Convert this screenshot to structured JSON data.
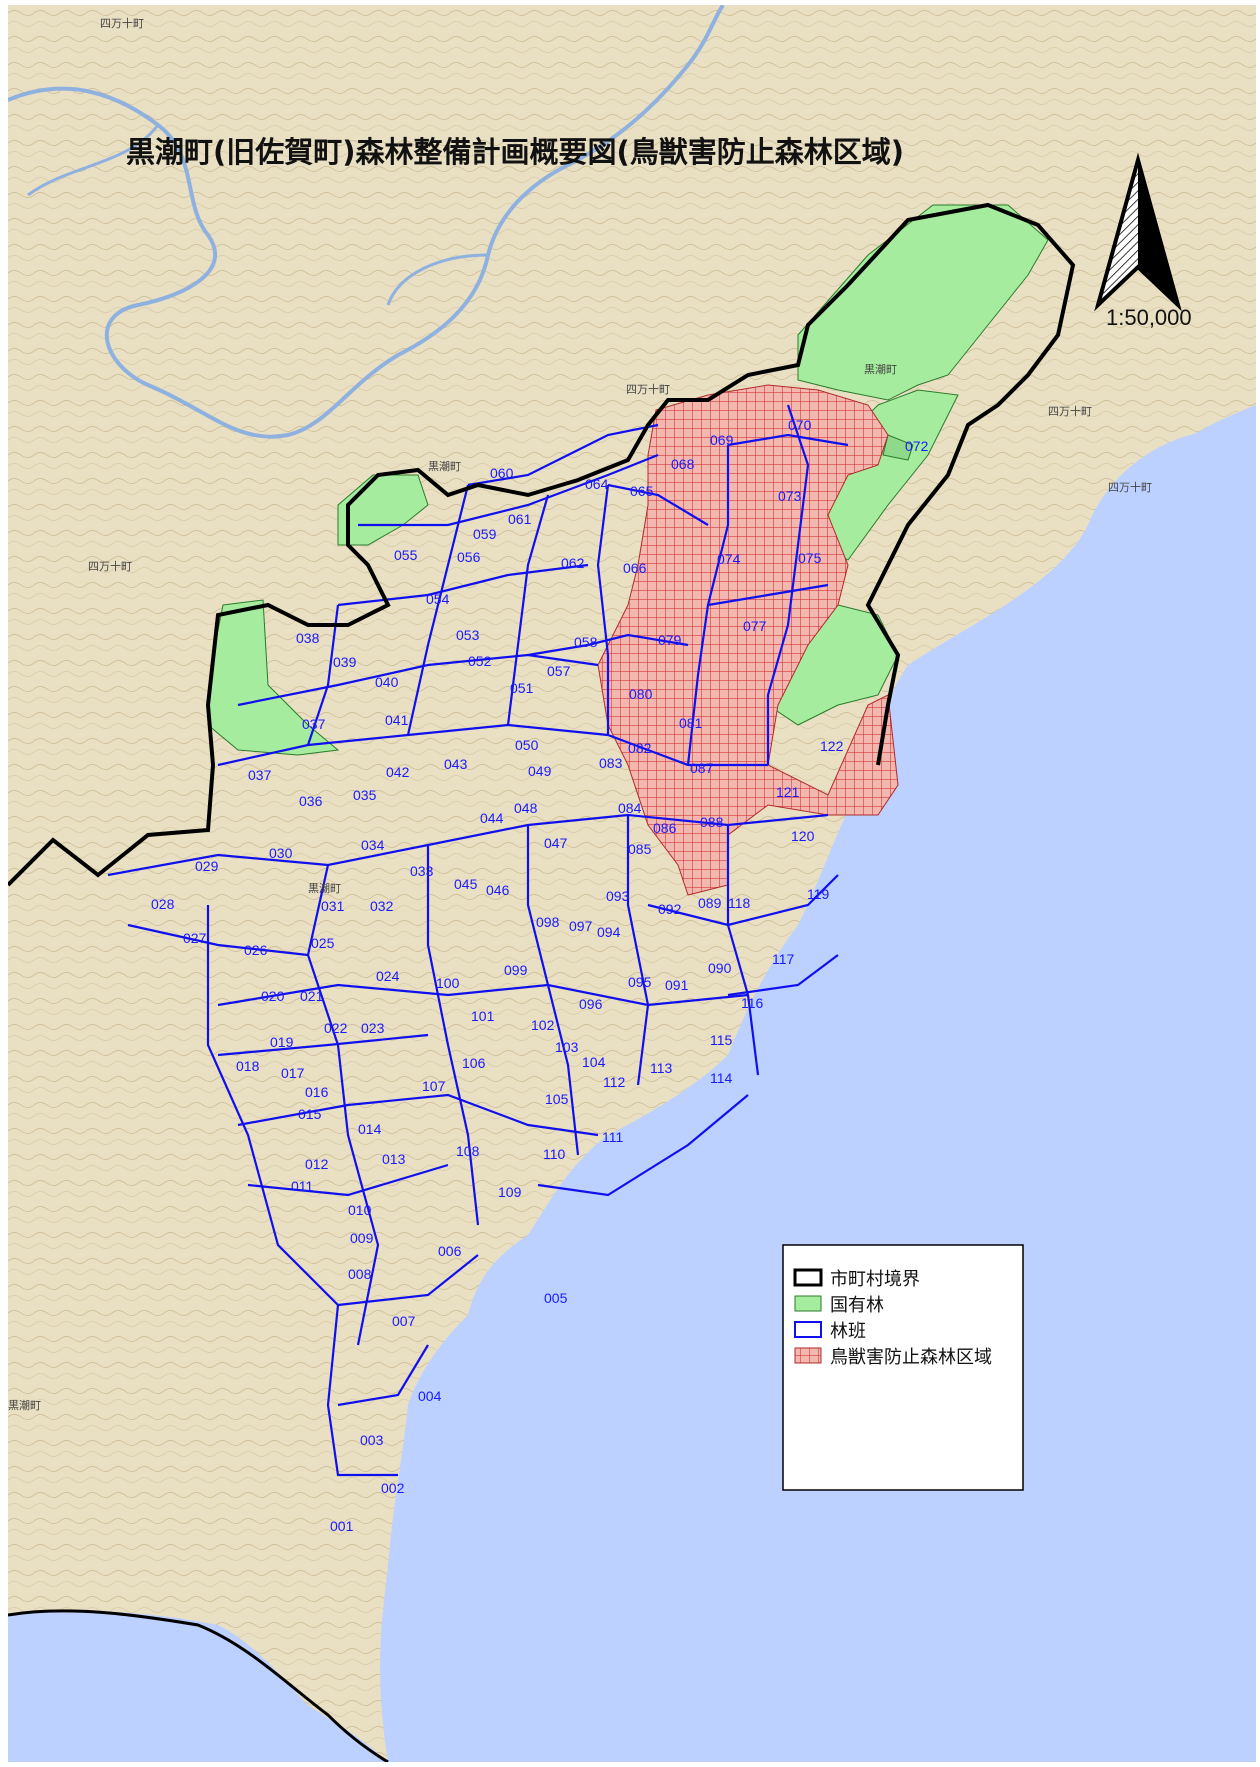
{
  "map": {
    "title": "黒潮町(旧佐賀町)森林整備計画概要図(鳥獣害防止森林区域)",
    "scale": "1:50,000",
    "colors": {
      "land": "#e9dfc3",
      "sea": "#bcd1ff",
      "national_forest": "#a6ec9f",
      "compartment_line": "#1010ee",
      "boundary": "#000000",
      "protection_zone": "#f2b8b0",
      "protection_grid": "#d23a3a"
    },
    "place_names": [
      {
        "text": "四万十町",
        "where": "top-left"
      },
      {
        "text": "四万十町",
        "where": "left"
      },
      {
        "text": "四万十町",
        "where": "upper-center"
      },
      {
        "text": "四万十町",
        "where": "right-coast"
      },
      {
        "text": "四万十町",
        "where": "right-coast-2"
      },
      {
        "text": "黒潮町",
        "where": "lower-left"
      },
      {
        "text": "黒潮町",
        "where": "center"
      },
      {
        "text": "黒潮町",
        "where": "upper-forest"
      },
      {
        "text": "黒潮町",
        "where": "northeast-forest"
      }
    ]
  },
  "compartments": [
    "001",
    "002",
    "003",
    "004",
    "005",
    "006",
    "007",
    "008",
    "009",
    "010",
    "011",
    "012",
    "013",
    "014",
    "015",
    "016",
    "017",
    "018",
    "019",
    "020",
    "021",
    "022",
    "023",
    "024",
    "025",
    "026",
    "027",
    "028",
    "029",
    "030",
    "031",
    "032",
    "033",
    "034",
    "035",
    "036",
    "037",
    "037",
    "038",
    "039",
    "040",
    "041",
    "042",
    "043",
    "044",
    "045",
    "046",
    "047",
    "048",
    "049",
    "050",
    "051",
    "052",
    "053",
    "054",
    "055",
    "056",
    "057",
    "058",
    "059",
    "060",
    "061",
    "062",
    "064",
    "065",
    "066",
    "068",
    "069",
    "070",
    "072",
    "073",
    "074",
    "075",
    "077",
    "079",
    "080",
    "081",
    "082",
    "083",
    "084",
    "085",
    "086",
    "087",
    "088",
    "089",
    "090",
    "091",
    "092",
    "093",
    "094",
    "095",
    "096",
    "097",
    "098",
    "099",
    "100",
    "101",
    "102",
    "103",
    "104",
    "105",
    "106",
    "107",
    "108",
    "109",
    "110",
    "111",
    "112",
    "113",
    "114",
    "115",
    "116",
    "117",
    "118",
    "119",
    "120",
    "121",
    "122"
  ],
  "legend": {
    "items": [
      {
        "label": "市町村境界",
        "icon": "boundary-swatch"
      },
      {
        "label": "国有林",
        "icon": "national-forest-swatch"
      },
      {
        "label": "林班",
        "icon": "compartment-swatch"
      },
      {
        "label": "鳥獣害防止森林区域",
        "icon": "protection-zone-swatch"
      }
    ]
  }
}
